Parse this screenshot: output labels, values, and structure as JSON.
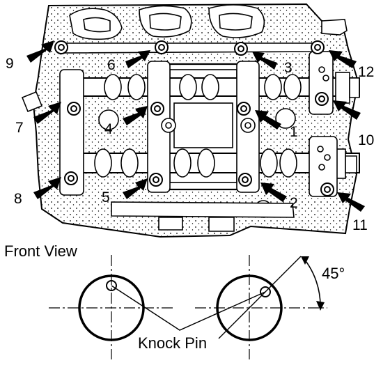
{
  "callouts": [
    {
      "id": "9",
      "label": "9"
    },
    {
      "id": "6",
      "label": "6"
    },
    {
      "id": "3",
      "label": "3"
    },
    {
      "id": "12",
      "label": "12"
    },
    {
      "id": "7",
      "label": "7"
    },
    {
      "id": "4",
      "label": "4"
    },
    {
      "id": "1",
      "label": "1"
    },
    {
      "id": "10",
      "label": "10"
    },
    {
      "id": "8",
      "label": "8"
    },
    {
      "id": "5",
      "label": "5"
    },
    {
      "id": "2",
      "label": "2"
    },
    {
      "id": "11",
      "label": "11"
    }
  ],
  "front_view": {
    "title": "Front View",
    "angle_label": "45°",
    "knock_pin_label": "Knock Pin"
  }
}
